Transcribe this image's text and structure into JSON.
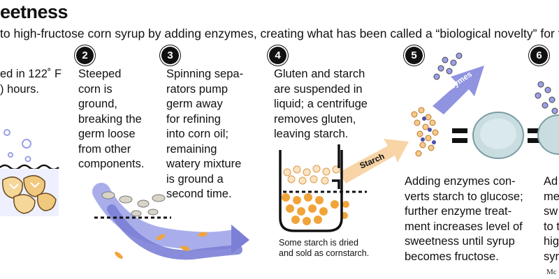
{
  "header": {
    "title": "eetness",
    "subtitle": "to high-fructose corn syrup by adding enzymes, creating what has been called a “biological novelty” for t"
  },
  "steps": [
    {
      "number": "",
      "text": "ed in 122˚ F\n) hours."
    },
    {
      "number": "2",
      "text": "Steeped\ncorn is\nground,\nbreaking the\ngerm loose\nfrom other\ncomponents."
    },
    {
      "number": "3",
      "text": "Spinning sepa-\nrators pump\ngerm away\nfor refining\ninto corn oil;\nremaining\nwatery mixture\nis ground a\nsecond time."
    },
    {
      "number": "4",
      "text": "Gluten and starch\nare suspended in\nliquid; a centrifuge\nremoves gluten,\nleaving starch."
    },
    {
      "number": "5",
      "text": "Adding enzymes con-\nverts starch to glucose;\nfurther enzyme treat-\nment increases level of\nsweetness until syrup\nbecomes fructose."
    },
    {
      "number": "6",
      "text": "Ad\nme\nsw\nto t\nhig\nsyr"
    }
  ],
  "labels": {
    "starch_arrow": "Starch",
    "enzymes_arrow": "Enzymes",
    "cornstarch_caption": "Some starch is dried\nand sold as cornstarch."
  },
  "credit": "Mc",
  "colors": {
    "corn": "#f0a43a",
    "starch_dot": "#f7c98a",
    "flow": "#7b7fd6",
    "enzyme": "#4c4fb0",
    "bubble": "#9aa0e8",
    "globe": "#b8cfd2"
  }
}
